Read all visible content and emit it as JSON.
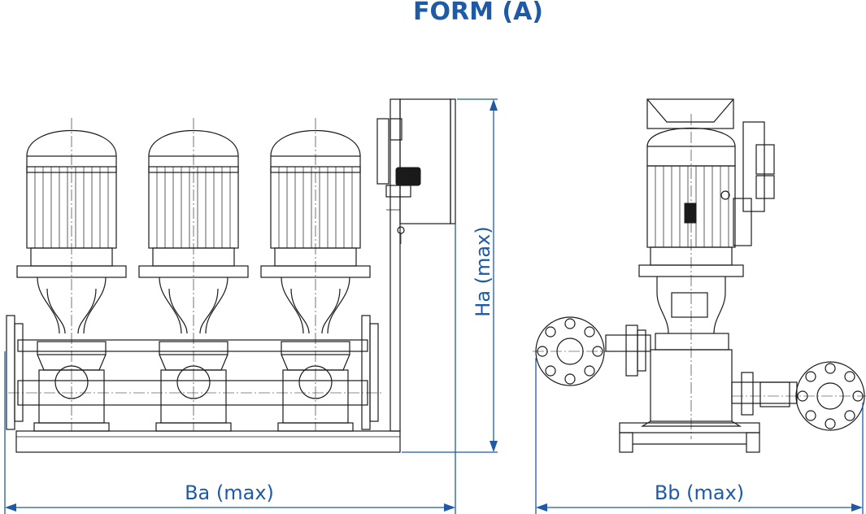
{
  "diagram": {
    "title": "FORM (A)",
    "labels": {
      "ha": "Ha (max)",
      "ba": "Ba (max)",
      "bb": "Bb (max)"
    },
    "colors": {
      "accent": "#1f5aa6",
      "line": "#1a1a1a",
      "background": "#ffffff"
    }
  }
}
